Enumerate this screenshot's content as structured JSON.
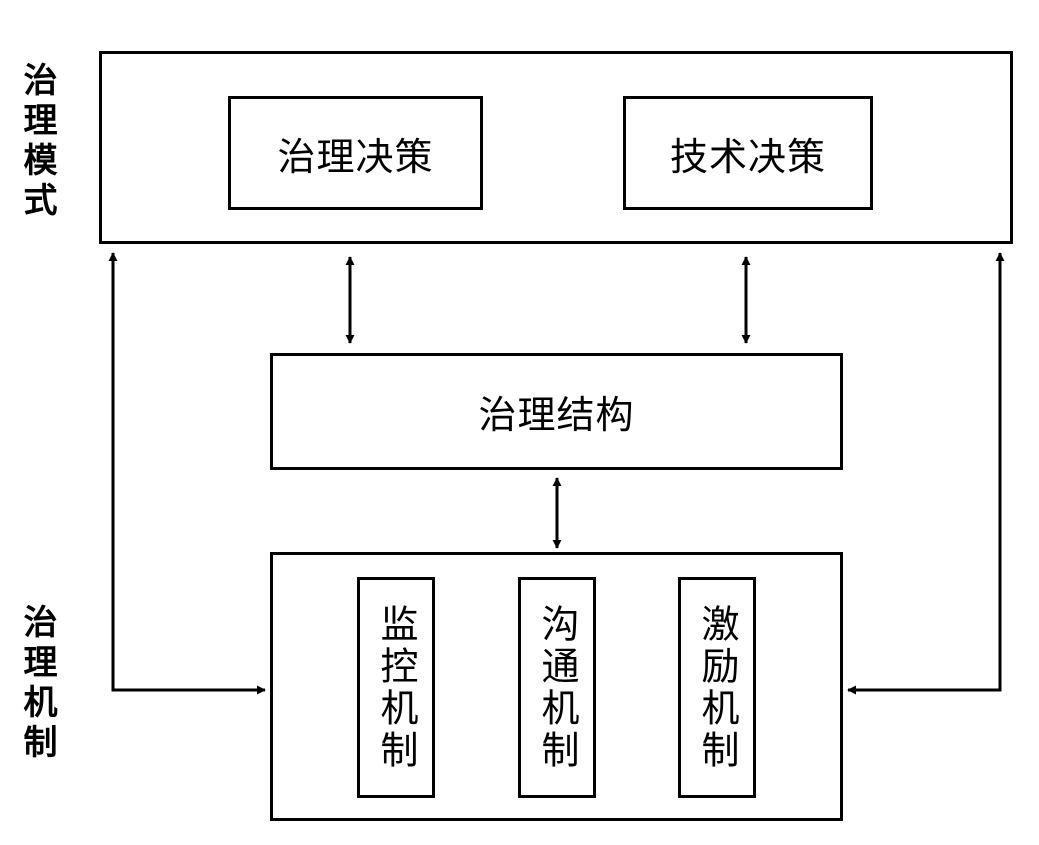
{
  "side_labels": {
    "top": "治理模式",
    "bottom": "治理机制"
  },
  "mode_box": {
    "items": [
      "治理决策",
      "技术决策"
    ]
  },
  "structure_box": {
    "label": "治理结构"
  },
  "mechanism_box": {
    "items": [
      "监控机制",
      "沟通机制",
      "激励机制"
    ]
  }
}
